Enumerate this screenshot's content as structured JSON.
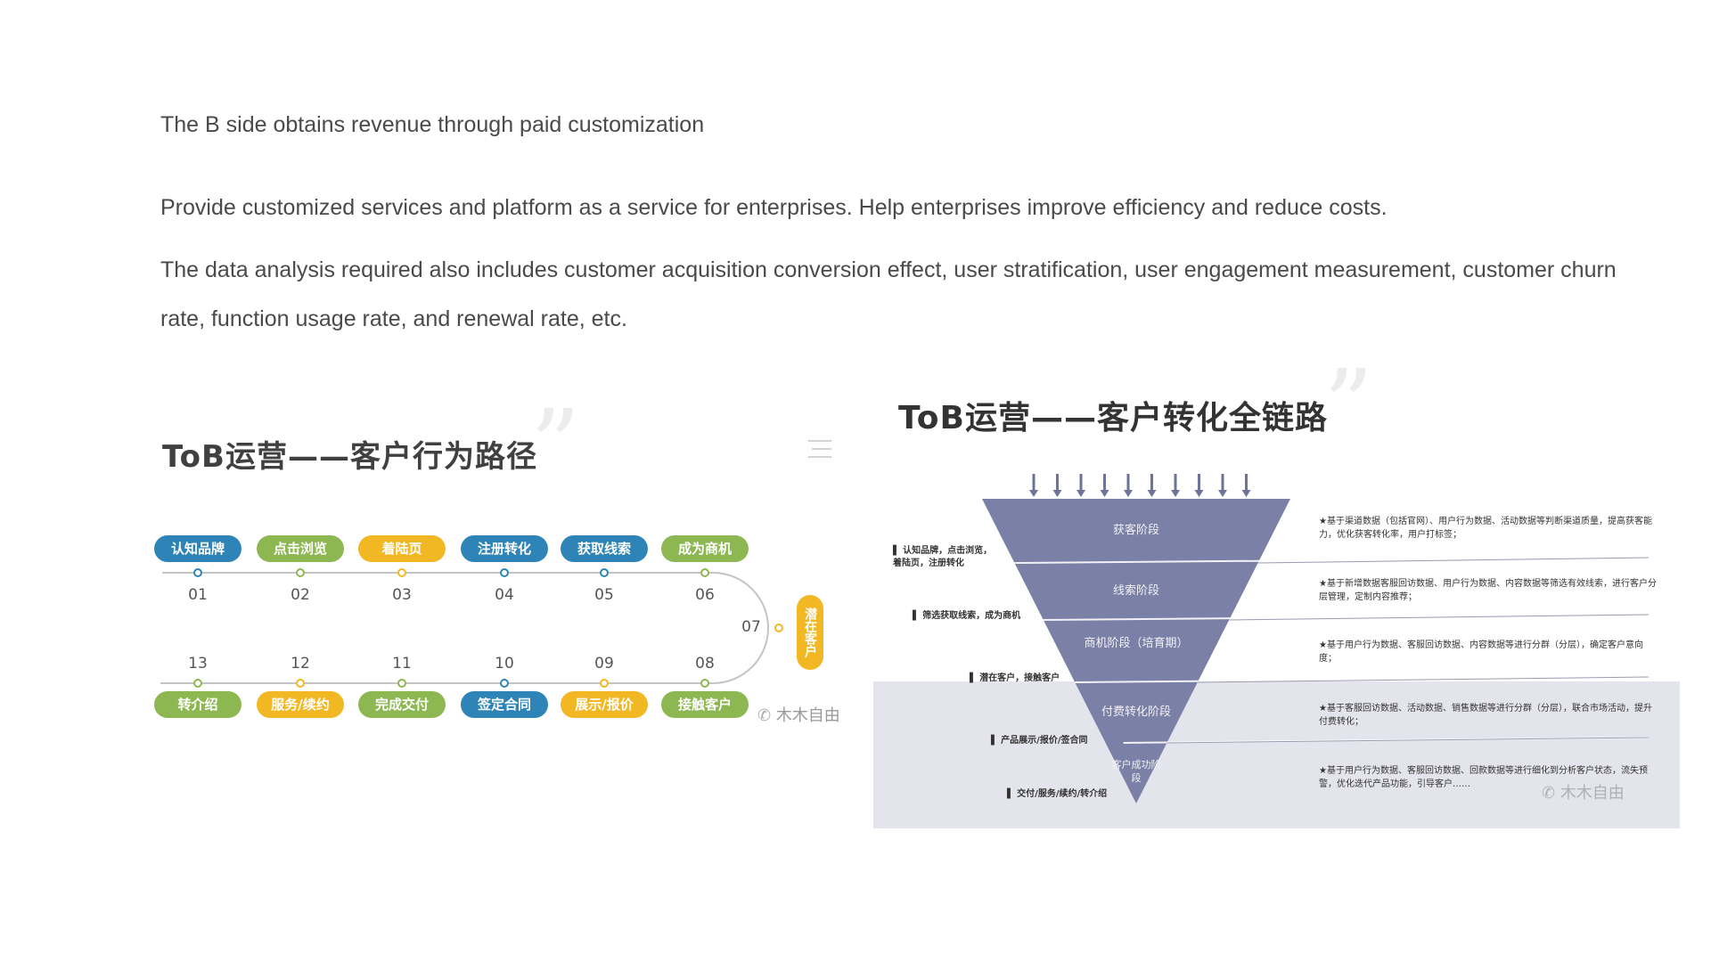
{
  "heading": "The B side obtains revenue through paid customization",
  "paragraphs": [
    "Provide customized services and platform as a service for enterprises. Help enterprises improve efficiency and reduce costs.",
    "The data analysis required also includes customer acquisition conversion effect, user stratification, user engagement measurement, customer churn rate, function usage rate, and renewal rate, etc."
  ],
  "behavior_path": {
    "title": "ToB运营——客户行为路径",
    "quote_mark": "”",
    "steps": [
      {
        "num": "01",
        "label": "认知品牌",
        "color": "blue"
      },
      {
        "num": "02",
        "label": "点击浏览",
        "color": "green"
      },
      {
        "num": "03",
        "label": "着陆页",
        "color": "yellow"
      },
      {
        "num": "04",
        "label": "注册转化",
        "color": "blue"
      },
      {
        "num": "05",
        "label": "获取线索",
        "color": "blue"
      },
      {
        "num": "06",
        "label": "成为商机",
        "color": "green"
      },
      {
        "num": "07",
        "label": "潜在客户",
        "color": "yellow"
      },
      {
        "num": "08",
        "label": "接触客户",
        "color": "green"
      },
      {
        "num": "09",
        "label": "展示/报价",
        "color": "yellow"
      },
      {
        "num": "10",
        "label": "签定合同",
        "color": "blue"
      },
      {
        "num": "11",
        "label": "完成交付",
        "color": "green"
      },
      {
        "num": "12",
        "label": "服务/续约",
        "color": "yellow"
      },
      {
        "num": "13",
        "label": "转介绍",
        "color": "green"
      }
    ],
    "watermark": "木木自由",
    "colors": {
      "blue": "#2e84b6",
      "green": "#8db851",
      "yellow": "#f2b824"
    }
  },
  "conversion_funnel": {
    "title": "ToB运营——客户转化全链路",
    "quote_mark": "”",
    "stages": [
      {
        "name": "获客阶段",
        "left_note": [
          "认知品牌，点击浏览，",
          "着陆页，注册转化"
        ],
        "right_note": "★基于渠道数据（包括官网）、用户行为数据、活动数据等判断渠道质量，提高获客能力，优化获客转化率，用户打标签；"
      },
      {
        "name": "线索阶段",
        "left_note": [
          "筛选获取线索，成为商机"
        ],
        "right_note": "★基于新增数据客服回访数据、用户行为数据、内容数据等筛选有效线索，进行客户分层管理，定制内容推荐；"
      },
      {
        "name": "商机阶段（培育期）",
        "left_note": [
          "潜在客户，接触客户"
        ],
        "right_note": "★基于用户行为数据、客服回访数据、内容数据等进行分群（分层），确定客户意向度；"
      },
      {
        "name": "付费转化阶段",
        "left_note": [
          "产品展示/报价/签合同"
        ],
        "right_note": "★基于客服回访数据、活动数据、销售数据等进行分群（分层），联合市场活动，提升付费转化；"
      },
      {
        "name": "客户成功阶段",
        "left_note": [
          "交付/服务/续约/转介绍"
        ],
        "right_note": "★基于用户行为数据、客服回访数据、回款数据等进行细化到分析客户状态，流失预警，优化迭代产品功能，引导客户……"
      }
    ],
    "watermark": "木木自由",
    "colors": {
      "funnel": "#7b80a6",
      "band": "#e4e5ec",
      "arrow": "#6d7399"
    }
  }
}
